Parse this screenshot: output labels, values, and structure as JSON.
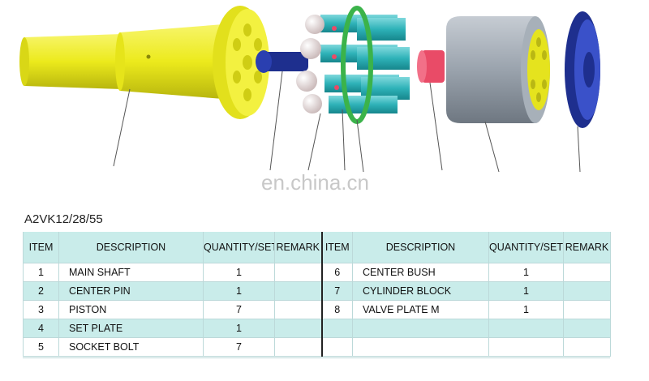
{
  "watermark": "en.china.cn",
  "model": "A2VK12/28/55",
  "colors": {
    "shaft": "#f0ee1f",
    "steel_blue": "#1e2f8e",
    "ball": "#e2d6d6",
    "teal": "#2eb2b8",
    "green": "#3bb34a",
    "red": "#e94b67",
    "grey_block": "#8f99a5",
    "table_band": "#c9ecea"
  },
  "table": {
    "headers": [
      "ITEM",
      "DESCRIPTION",
      "QUANTITY/SET",
      "REMARK",
      "ITEM",
      "DESCRIPTION",
      "QUANTITY/SET",
      "REMARK"
    ],
    "rows": [
      [
        "1",
        "MAIN SHAFT",
        "1",
        "",
        "6",
        "CENTER BUSH",
        "1",
        ""
      ],
      [
        "2",
        "CENTER PIN",
        "1",
        "",
        "7",
        "CYLINDER BLOCK",
        "1",
        ""
      ],
      [
        "3",
        "PISTON",
        "7",
        "",
        "8",
        "VALVE  PLATE  M",
        "1",
        ""
      ],
      [
        "4",
        "SET PLATE",
        "1",
        "",
        "",
        "",
        "",
        ""
      ],
      [
        "5",
        "SOCKET BOLT",
        "7",
        "",
        "",
        "",
        "",
        ""
      ]
    ]
  }
}
